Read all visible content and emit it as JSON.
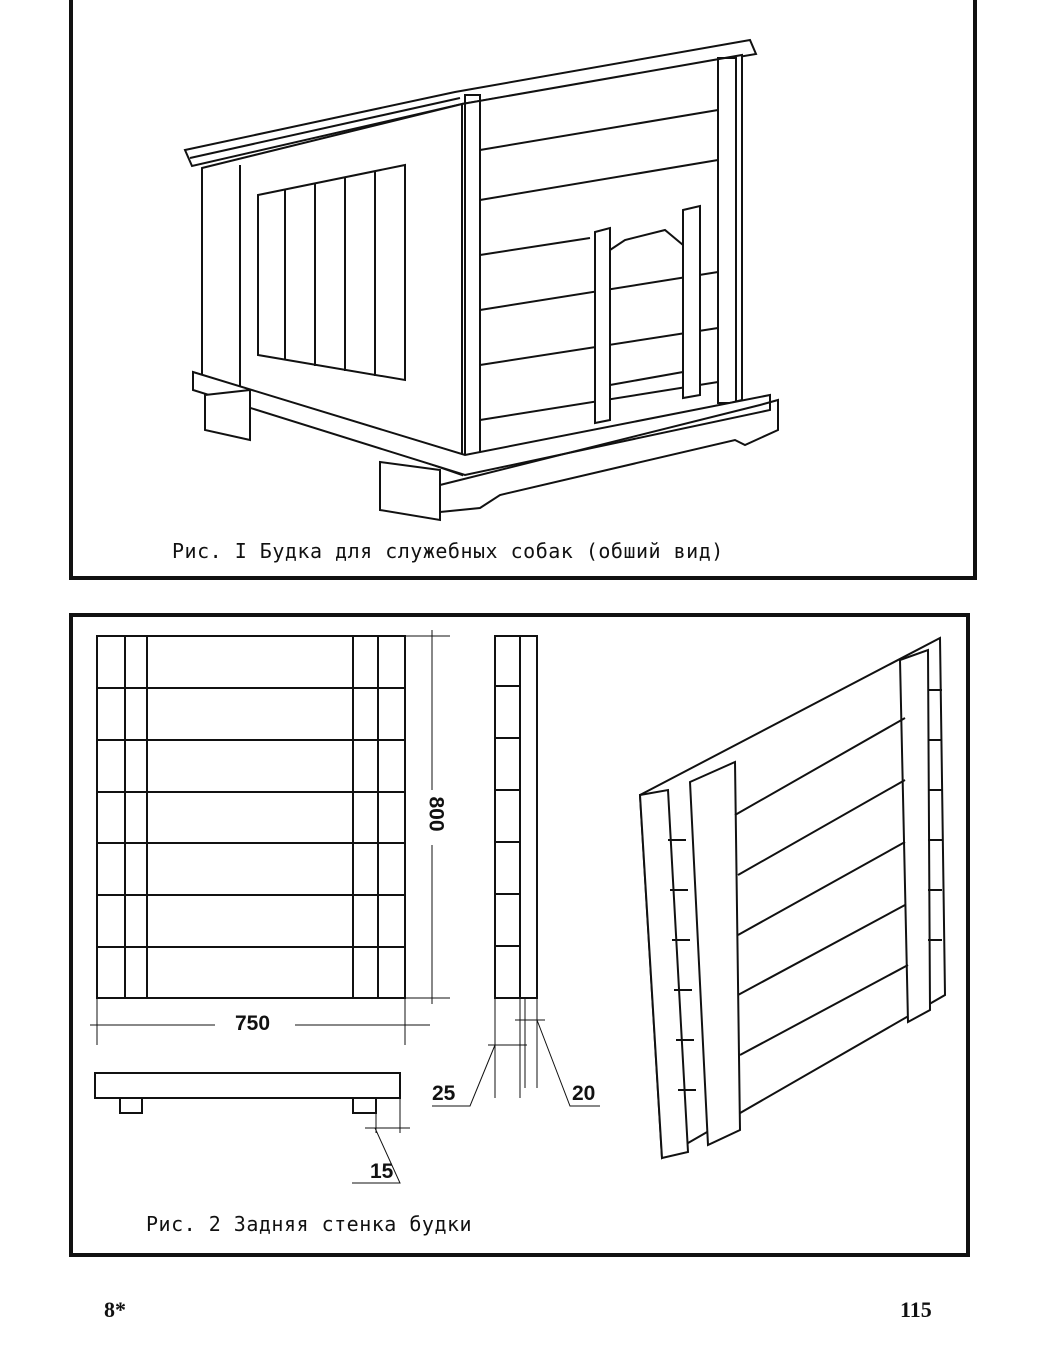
{
  "figure1": {
    "caption": "Рис. I  Будка для служебных собак (обший вид)"
  },
  "figure2": {
    "caption": "Рис. 2  Задняя стенка будки",
    "dimensions": {
      "height": "800",
      "width": "750",
      "board_thickness": "25",
      "batten_thickness": "20",
      "offset": "15"
    }
  },
  "footer": {
    "signature_mark": "8*",
    "page_number": "115"
  }
}
